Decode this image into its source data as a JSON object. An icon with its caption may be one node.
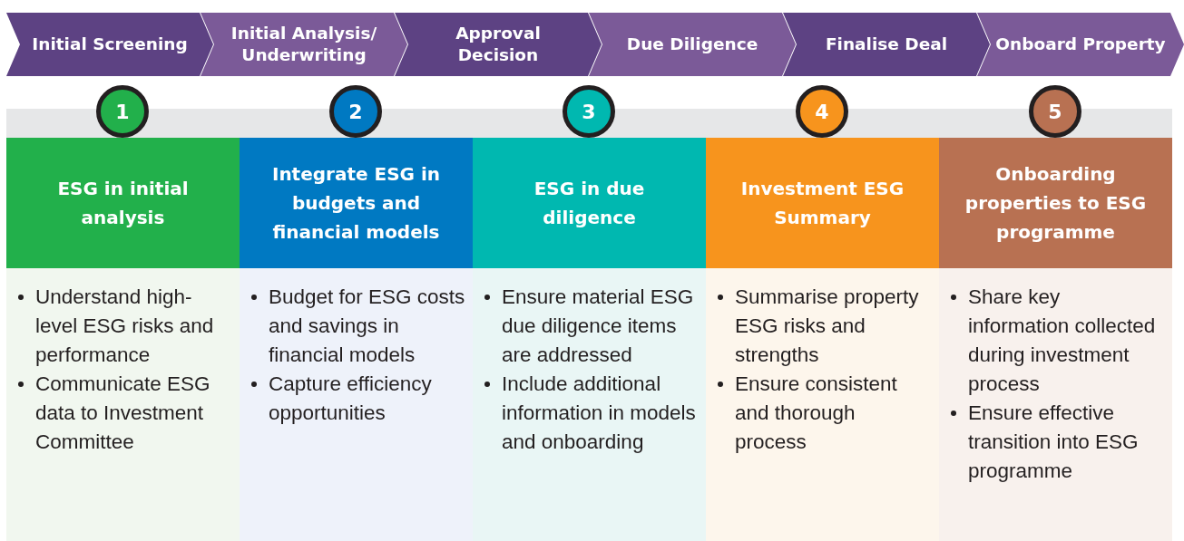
{
  "diagram": {
    "nodes": [
      {
        "text": [
          "Initial Screening"
        ]
      },
      {
        "text": [
          "Initial Analysis/ Underwriting"
        ]
      },
      {
        "text": [
          "Approval Decision"
        ]
      },
      {
        "text": [
          "Due Diligence"
        ]
      },
      {
        "text": [
          "Finalise Deal"
        ]
      },
      {
        "text": [
          "Onboard Property"
        ]
      },
      {
        "text": [
          "1"
        ]
      },
      {
        "text": [
          "2"
        ]
      },
      {
        "text": [
          "3"
        ]
      },
      {
        "text": [
          "4"
        ]
      },
      {
        "text": [
          "5"
        ]
      },
      {
        "text": [
          "ESG in initial analysis"
        ]
      },
      {
        "text": [
          "Integrate ESG in budgets and financial models"
        ]
      },
      {
        "text": [
          "ESG in due diligence"
        ]
      },
      {
        "text": [
          "Investment ESG Summary"
        ]
      },
      {
        "text": [
          "Onboarding properties to ESG programme"
        ]
      },
      {
        "text": [
          "Understand high-level ESG risks and performance",
          "Communicate ESG data to Investment Committee"
        ]
      },
      {
        "text": [
          "Budget for ESG costs and savings in financial models",
          "Capture efficiency opportunities"
        ]
      },
      {
        "text": [
          "Ensure material ESG due diligence items are addressed",
          "Include additional information in models and onboarding"
        ]
      },
      {
        "text": [
          "Summarise property ESG risks and strengths",
          "Ensure consistent and thorough process"
        ]
      },
      {
        "text": [
          "Share key information collected during investment process",
          "Ensure effective transition into ESG programme"
        ]
      },
      {
        "text": [],
        "shape": "bar"
      }
    ]
  }
}
